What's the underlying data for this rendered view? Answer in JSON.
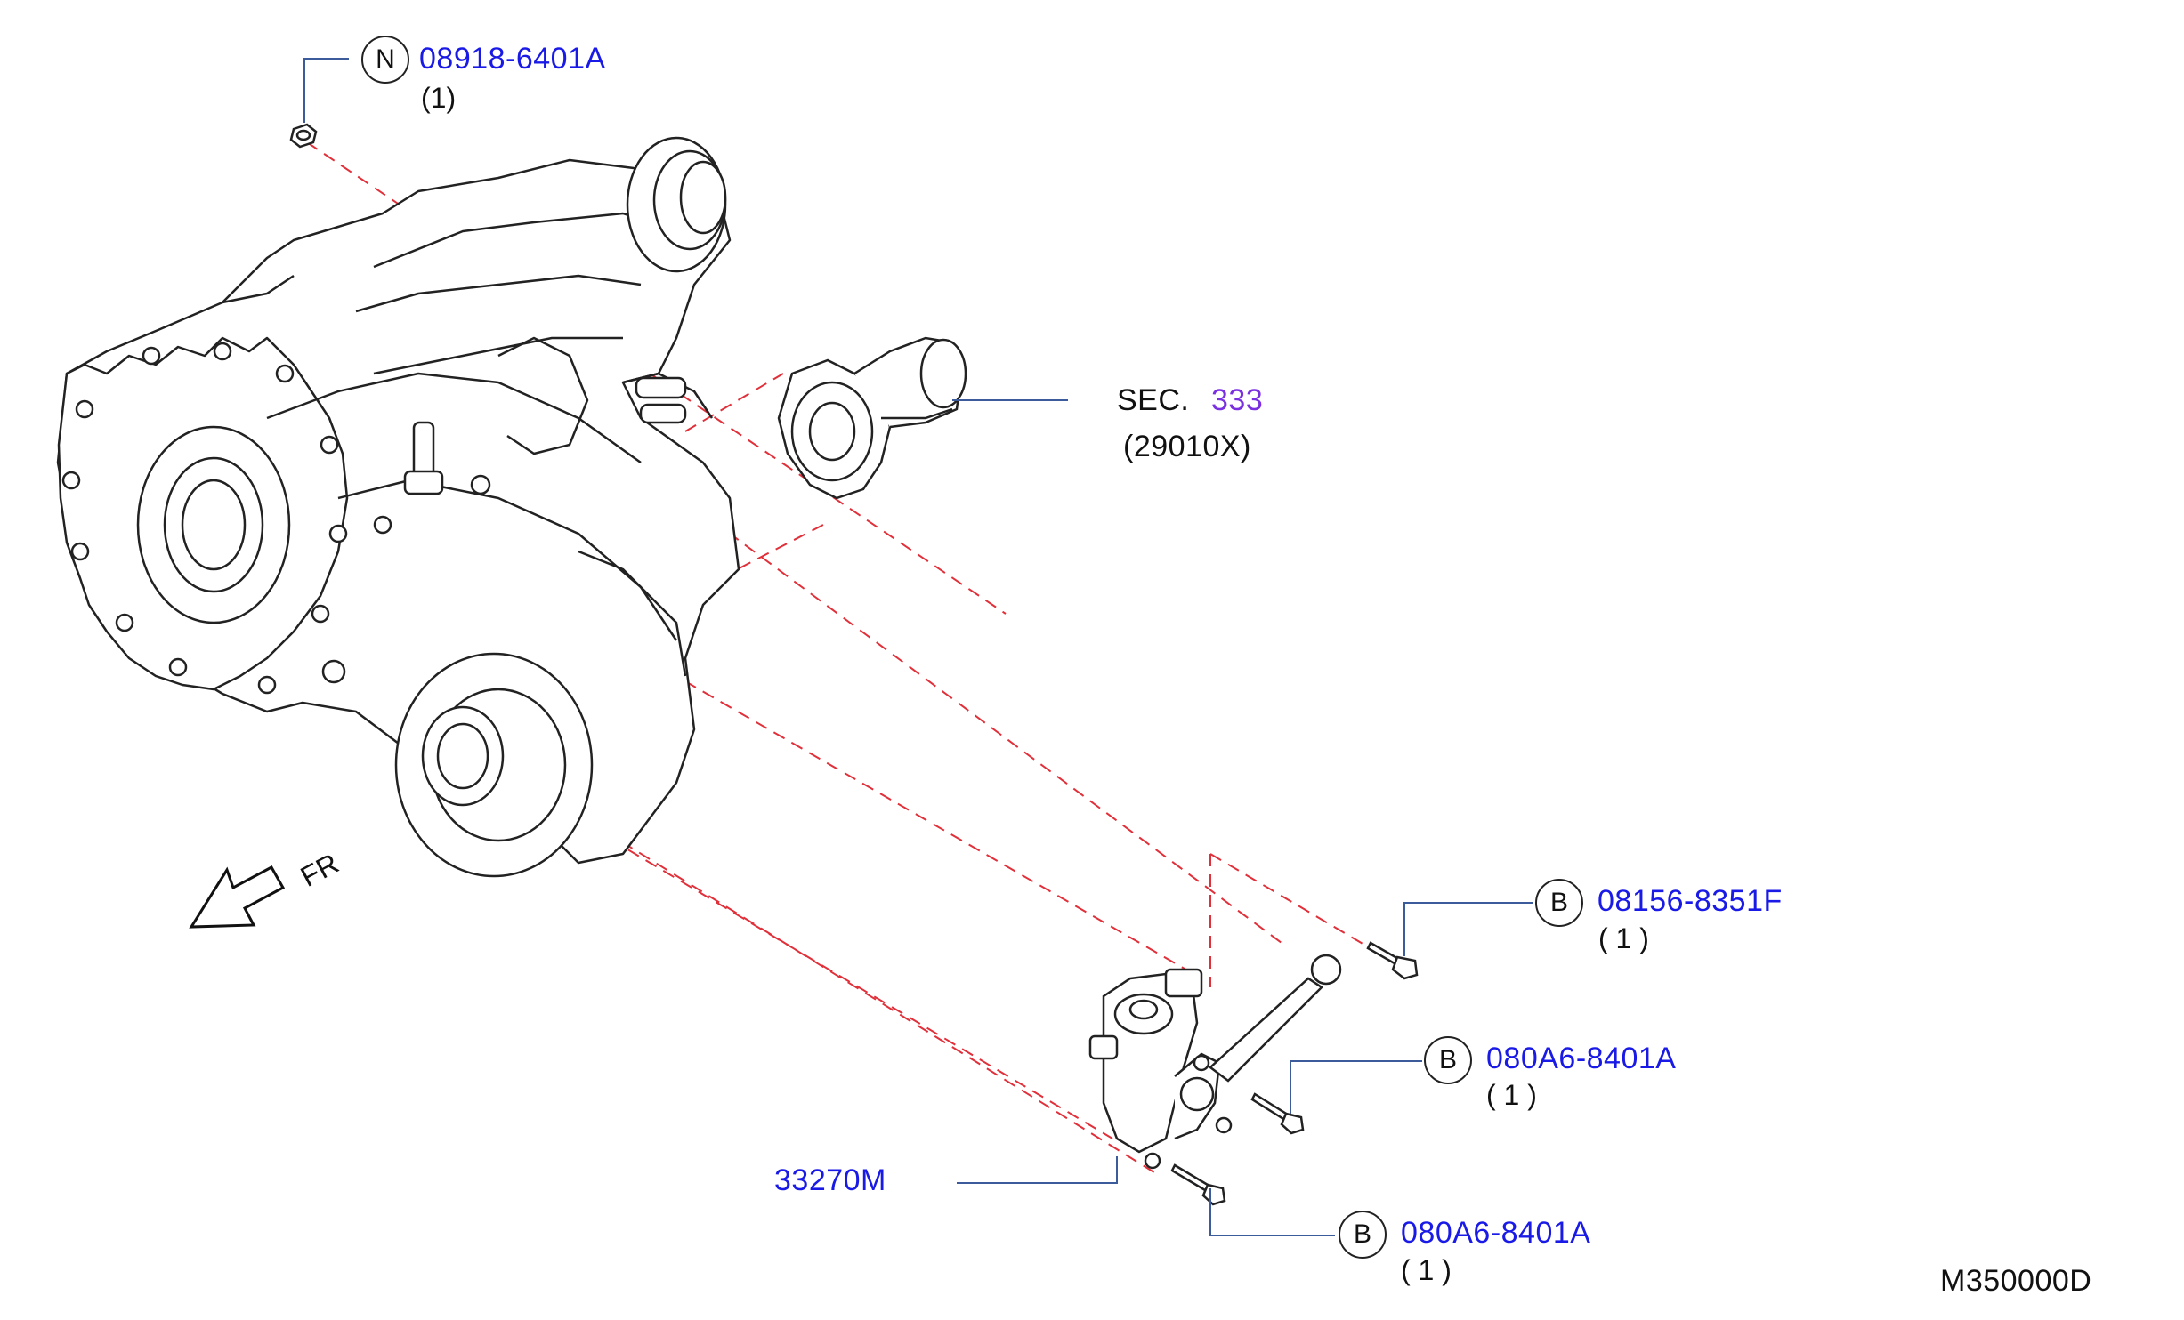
{
  "callouts": [
    {
      "id": "nut",
      "symbol": "N",
      "part_number": "08918-6401A",
      "qty": "(1)"
    },
    {
      "id": "bolt-1",
      "symbol": "B",
      "part_number": "08156-8351F",
      "qty": "( 1 )"
    },
    {
      "id": "bolt-2",
      "symbol": "B",
      "part_number": "080A6-8401A",
      "qty": "( 1 )"
    },
    {
      "id": "bolt-3",
      "symbol": "B",
      "part_number": "080A6-8401A",
      "qty": "( 1 )"
    }
  ],
  "section_ref": {
    "prefix": "SEC.",
    "number": "333",
    "code": "(29010X)"
  },
  "actuator_part": "33270M",
  "front_indicator": "FR",
  "diagram_code": "M350000D",
  "colors": {
    "part_link": "#1a1ae6",
    "section_link": "#7a2fe0",
    "leader": "#3b5b9a",
    "dashed": "#e0303a"
  }
}
